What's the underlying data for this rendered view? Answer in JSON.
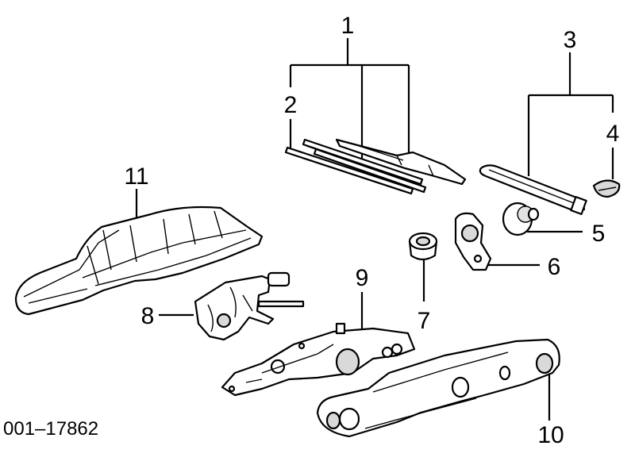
{
  "diagram": {
    "reference_number": "001–17862",
    "callouts": {
      "c1": "1",
      "c2": "2",
      "c3": "3",
      "c4": "4",
      "c5": "5",
      "c6": "6",
      "c7": "7",
      "c8": "8",
      "c9": "9",
      "c10": "10",
      "c11": "11"
    }
  }
}
